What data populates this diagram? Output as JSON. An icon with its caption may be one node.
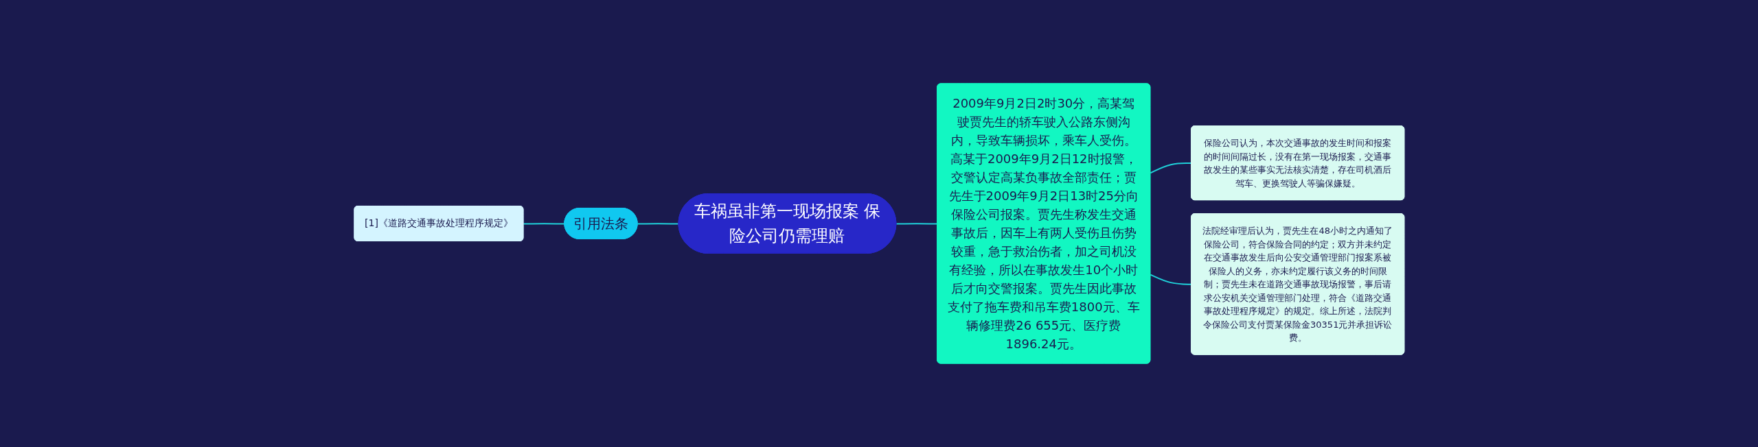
{
  "diagram": {
    "nodes": [
      {
        "text": [
          "[1]《道路交通事故处理程序规定》"
        ]
      },
      {
        "text": [
          "引用法条"
        ]
      },
      {
        "text": [
          "车祸虽非第一现场报案 保险公司仍需理赔"
        ]
      },
      {
        "text": [
          "2009年9月2日2时30分，高某驾驶贾先生的轿车驶入公路东侧沟内，导致车辆损坏，乘车人受伤。高某于2009年9月2日12时报警，交警认定高某负事故全部责任；贾先生于2009年9月2日13时25分向保险公司报案。贾先生称发生交通事故后，因车上有两人受伤且伤势较重，急于救治伤者，加之司机没有经验，所以在事故发生10个小时后才向交警报案。贾先生因此事故支付了拖车费和吊车费1800元、车辆修理费26 655元、医疗费1896.24元。"
        ]
      },
      {
        "text": [
          "保险公司认为，本次交通事故的发生时间和报案的时间间隔过长，没有在第一现场报案，交通事故发生的某些事实无法核实清楚，存在司机酒后驾车、更换驾驶人等骗保嫌疑。"
        ]
      },
      {
        "text": [
          "法院经审理后认为，贾先生在48小时之内通知了保险公司，符合保险合同的约定；双方并未约定在交通事故发生后向公安交通管理部门报案系被保险人的义务，亦未约定履行该义务的时间限制；贾先生未在道路交通事故现场报警，事后请求公安机关交通管理部门处理，符合《道路交通事故处理程序规定》的规定。综上所述，法院判令保险公司支付贾某保险金30351元并承担诉讼费。"
        ]
      }
    ],
    "edges": [
      {
        "from": 0,
        "to": 1,
        "arrow": "none"
      },
      {
        "from": 1,
        "to": 2,
        "arrow": "none"
      },
      {
        "from": 2,
        "to": 3,
        "arrow": "none"
      },
      {
        "from": 3,
        "to": 4,
        "arrow": "none"
      },
      {
        "from": 3,
        "to": 5,
        "arrow": "none"
      }
    ]
  }
}
